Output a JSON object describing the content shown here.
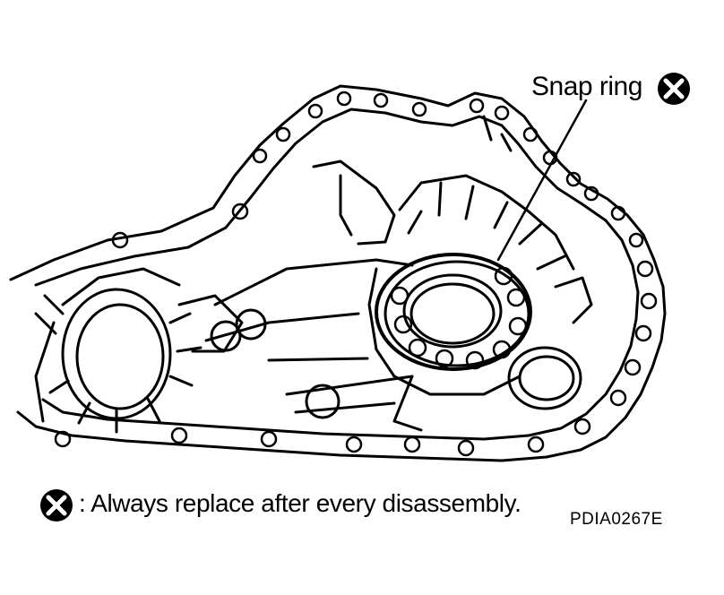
{
  "callout": {
    "text": "Snap ring",
    "icon": "replace-x-icon"
  },
  "legend": {
    "text": ": Always replace after every disassembly.",
    "icon": "replace-x-icon"
  },
  "figure_code": "PDIA0267E",
  "colors": {
    "line": "#000000",
    "background": "#ffffff"
  }
}
